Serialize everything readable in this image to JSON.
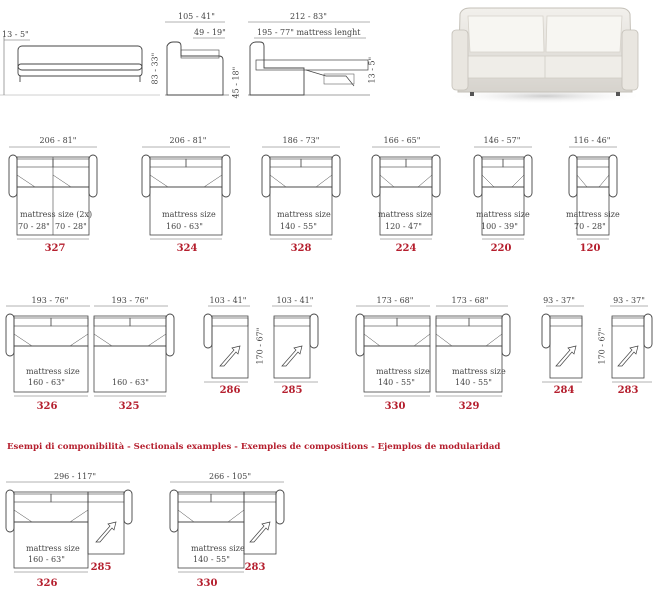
{
  "top_views": {
    "front_dim": "13 - 5\"",
    "side_depth": "105 - 41\"",
    "side_seat": "49 - 19\"",
    "side_height": "83 - 33\"",
    "side_seat_height": "45 - 18\"",
    "open_length": "212 - 83\"",
    "open_mattress": "195 - 77\" mattress lenght",
    "open_mattress_height": "13 - 5\""
  },
  "row1": [
    {
      "width": "206 - 81\"",
      "mattress_label": "mattress size (2x)",
      "size": "70 - 28\"",
      "size2": "70 - 28\"",
      "code": "327"
    },
    {
      "width": "206 - 81\"",
      "mattress_label": "mattress size",
      "size": "160 - 63\"",
      "code": "324"
    },
    {
      "width": "186 - 73\"",
      "mattress_label": "mattress size",
      "size": "140 - 55\"",
      "code": "328"
    },
    {
      "width": "166 - 65\"",
      "mattress_label": "mattress size",
      "size": "120 - 47\"",
      "code": "224"
    },
    {
      "width": "146 - 57\"",
      "mattress_label": "mattress size",
      "size": "100 - 39\"",
      "code": "220"
    },
    {
      "width": "116 - 46\"",
      "mattress_label": "mattress size",
      "size": "70 - 28\"",
      "code": "120"
    }
  ],
  "row2": {
    "w326": "193 - 76\"",
    "w325": "193 - 76\"",
    "mattress_label": "mattress size",
    "s326": "160 - 63\"",
    "s325": "160 - 63\"",
    "c326": "326",
    "c325": "325",
    "w286": "103 - 41\"",
    "w285": "103 - 41\"",
    "h286": "170 - 67\"",
    "c286": "286",
    "c285": "285",
    "w330": "173 - 68\"",
    "w329": "173 - 68\"",
    "s330": "140 - 55\"",
    "s329": "140 - 55\"",
    "c330": "330",
    "c329": "329",
    "w284": "93 - 37\"",
    "w283": "93 - 37\"",
    "h284": "170 - 67\"",
    "c284": "284",
    "c283": "283"
  },
  "section_title": "Esempi di componibilità  -  Sectionals examples - Exemples de compositions - Ejemplos de modularidad",
  "examples": [
    {
      "width": "296 - 117\"",
      "mattress_label": "mattress size",
      "size": "160 - 63\"",
      "code_a": "326",
      "code_b": "285"
    },
    {
      "width": "266 - 105\"",
      "mattress_label": "mattress size",
      "size": "140 - 55\"",
      "code_a": "330",
      "code_b": "283"
    }
  ],
  "colors": {
    "accent": "#b51f2e",
    "line": "#444444"
  }
}
